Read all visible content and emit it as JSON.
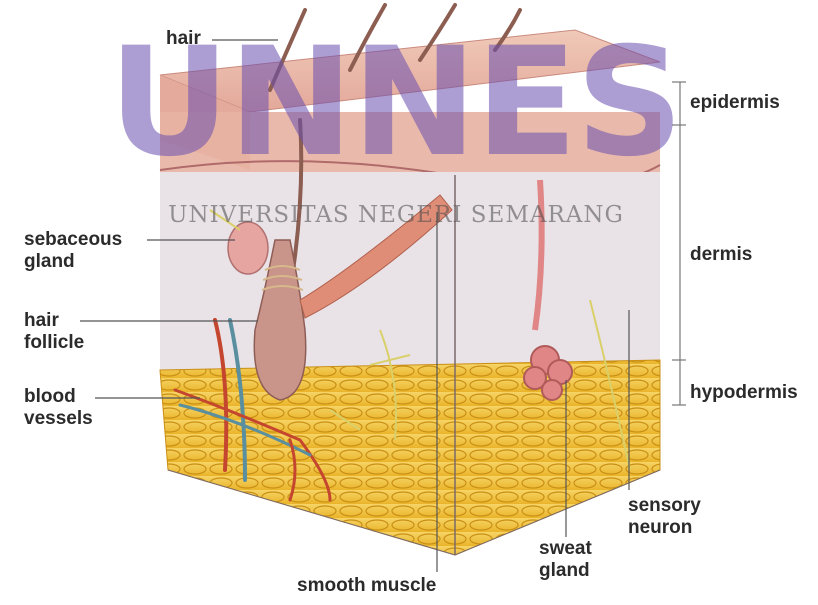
{
  "labels": {
    "hair": "hair",
    "sebaceous_gland": [
      "sebaceous",
      "gland"
    ],
    "hair_follicle": [
      "hair",
      "follicle"
    ],
    "blood_vessels": [
      "blood",
      "vessels"
    ],
    "smooth_muscle": "smooth muscle",
    "sweat_gland": [
      "sweat",
      "gland"
    ],
    "sensory_neuron": [
      "sensory",
      "neuron"
    ],
    "epidermis": "epidermis",
    "dermis": "dermis",
    "hypodermis": "hypodermis"
  },
  "watermark": {
    "main": "UNNES",
    "sub": "UNIVERSITAS NEGERI SEMARANG"
  },
  "colors": {
    "epidermis": "#e9b7a9",
    "dermis": "#e8e2e6",
    "hypodermis": "#f2c23c",
    "follicle": "#c9958a",
    "blood_vessel_red": "#c5462f",
    "blood_vessel_blue": "#5a8fa0",
    "sweat_gland": "#e18686",
    "watermark": "#6a4fb0"
  }
}
